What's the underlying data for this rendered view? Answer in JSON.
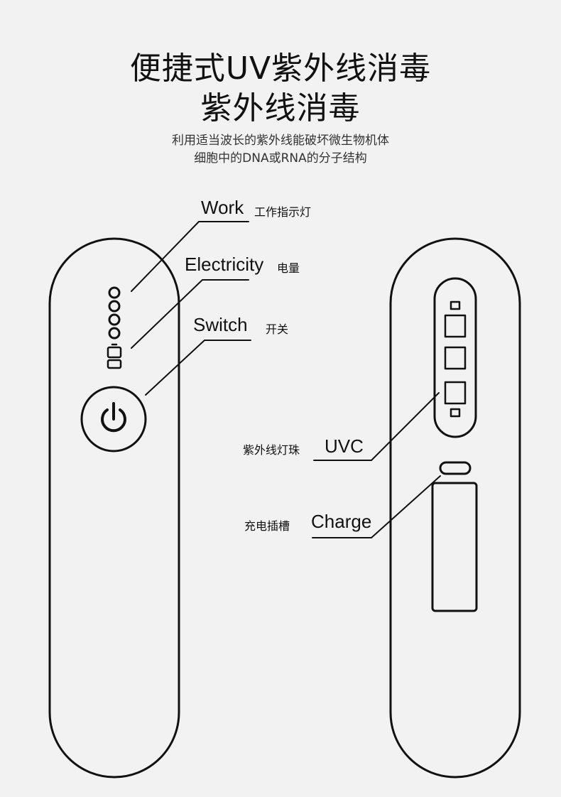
{
  "header": {
    "title": "便捷式UV紫外线消毒",
    "subtitle": "紫外线消毒",
    "description_line1": "利用适当波长的紫外线能破坏微生物机体",
    "description_line2": "细胞中的DNA或RNA的分子结构"
  },
  "callouts": {
    "work": {
      "en": "Work",
      "cn": "工作指示灯"
    },
    "electricity": {
      "en": "Electricity",
      "cn": "电量"
    },
    "switch": {
      "en": "Switch",
      "cn": "开关"
    },
    "uvc": {
      "cn": "紫外线灯珠",
      "en": "UVC"
    },
    "charge": {
      "cn": "充电插槽",
      "en": "Charge"
    }
  }
}
